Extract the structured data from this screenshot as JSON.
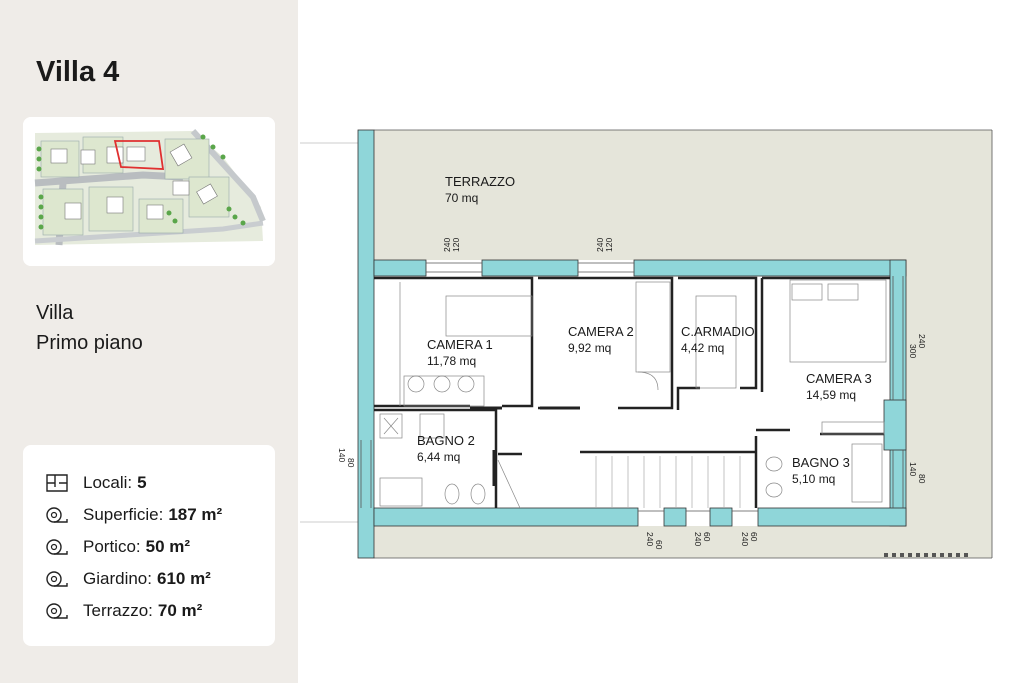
{
  "villa_title": "Villa 4",
  "type": {
    "line1": "Villa",
    "line2": "Primo piano"
  },
  "info": [
    {
      "icon": "rooms-icon",
      "label": "Locali:",
      "value": "5"
    },
    {
      "icon": "measure-tape-icon",
      "label": "Superficie:",
      "value": "187 m²"
    },
    {
      "icon": "measure-tape-icon",
      "label": "Portico:",
      "value": "50 m²"
    },
    {
      "icon": "measure-tape-icon",
      "label": "Giardino:",
      "value": "610 m²"
    },
    {
      "icon": "measure-tape-icon",
      "label": "Terrazzo:",
      "value": "70 m²"
    }
  ],
  "rooms": {
    "terrazzo": {
      "name": "TERRAZZO",
      "area": "70 mq"
    },
    "camera1": {
      "name": "CAMERA 1",
      "area": "11,78 mq"
    },
    "camera2": {
      "name": "CAMERA 2",
      "area": "9,92 mq"
    },
    "carmadio": {
      "name": "C.ARMADIO",
      "area": "4,42 mq"
    },
    "camera3": {
      "name": "CAMERA 3",
      "area": "14,59 mq"
    },
    "bagno2": {
      "name": "BAGNO 2",
      "area": "6,44 mq"
    },
    "bagno3": {
      "name": "BAGNO 3",
      "area": "5,10 mq"
    }
  },
  "dims": {
    "w1_top": "120",
    "w1_bot": "240",
    "w2_top": "120",
    "w2_bot": "240",
    "right_top_a": "300",
    "right_top_b": "240",
    "right_bot_a": "80",
    "right_bot_b": "140",
    "left_a": "80",
    "left_b": "140",
    "bot1_a": "60",
    "bot1_b": "240",
    "bot2_a": "60",
    "bot2_b": "240",
    "bot3_a": "60",
    "bot3_b": "240"
  },
  "colors": {
    "wall": "#8fd6d9",
    "terrace": "#e5e5da",
    "sidebar": "#efece8",
    "site_highlight": "#e03030"
  }
}
